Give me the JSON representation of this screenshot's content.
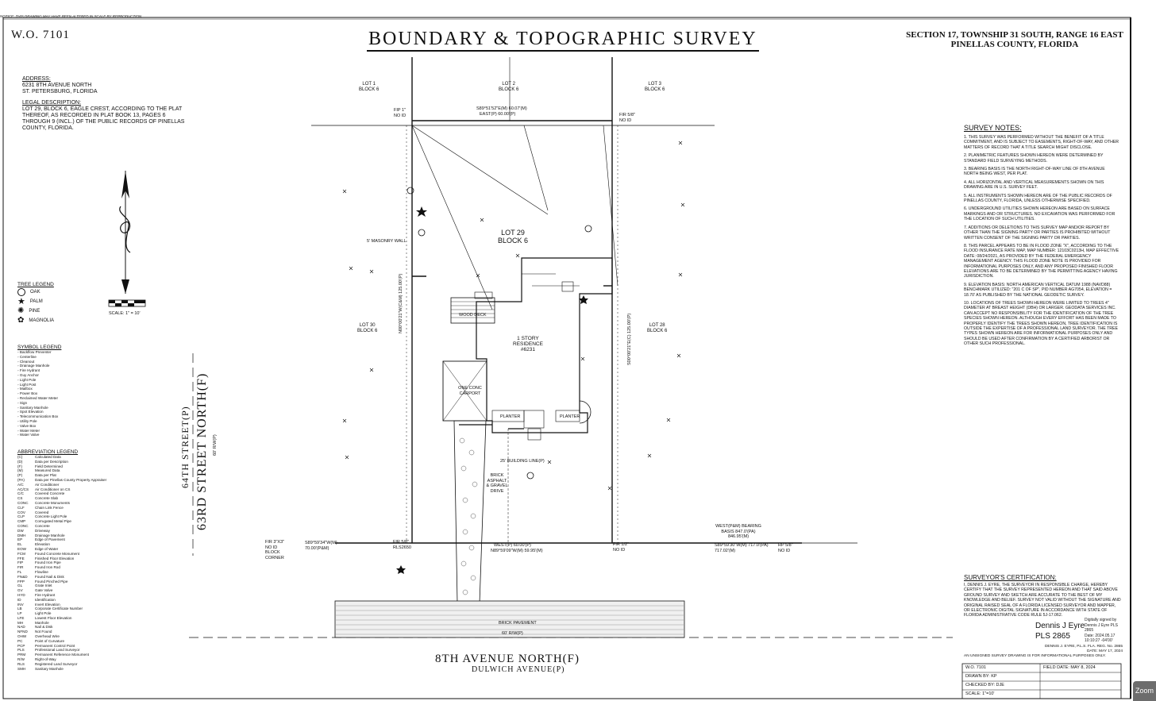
{
  "header": {
    "work_order": "W.O. 7101",
    "title": "BOUNDARY & TOPOGRAPHIC SURVEY",
    "section_line1": "SECTION 17, TOWNSHIP 31 SOUTH, RANGE 16 EAST",
    "section_line2": "PINELLAS COUNTY, FLORIDA",
    "top_strip": "NOTICE: THIS DRAWING MAY HAVE BEEN ALTERED IN SCALE BY REPRODUCTION"
  },
  "address": {
    "label": "ADDRESS:",
    "line1": "6231 8TH AVENUE NORTH",
    "line2": "ST. PETERSBURG, FLORIDA"
  },
  "legal": {
    "label": "LEGAL DESCRIPTION:",
    "text": "LOT 29, BLOCK 6, EAGLE CREST, ACCORDING TO THE PLAT THEREOF, AS RECORDED IN PLAT BOOK 13, PAGES 6 THROUGH 9 (INCL.) OF THE PUBLIC RECORDS OF PINELLAS COUNTY, FLORIDA."
  },
  "scale": {
    "label": "SCALE: 1\" = 10'"
  },
  "tree_legend": {
    "title": "TREE LEGEND",
    "items": [
      {
        "label": "OAK",
        "icon": "oak-icon"
      },
      {
        "label": "PALM",
        "icon": "palm-icon"
      },
      {
        "label": "PINE",
        "icon": "pine-icon"
      },
      {
        "label": "MAGNOLIA",
        "icon": "magnolia-icon"
      }
    ]
  },
  "symbol_legend": {
    "title": "SYMBOL LEGEND",
    "items": [
      "Backflow Preventer",
      "Centerline",
      "Cleanout",
      "Drainage Manhole",
      "Fire Hydrant",
      "Guy Anchor",
      "Light Pole",
      "Light Post",
      "Mailbox",
      "Power Box",
      "Reclaimed Water Meter",
      "Sign",
      "Sanitary Manhole",
      "Spot Elevation",
      "Telecommunication Box",
      "Utility Pole",
      "Valve Box",
      "Water Meter",
      "Water Valve"
    ]
  },
  "abbreviation_legend": {
    "title": "ABBREVIATION LEGEND",
    "items": [
      {
        "abbr": "(C)",
        "text": "Calculated Data"
      },
      {
        "abbr": "(D)",
        "text": "Data per Description"
      },
      {
        "abbr": "(F)",
        "text": "Field Determined"
      },
      {
        "abbr": "(M)",
        "text": "Measured Data"
      },
      {
        "abbr": "(P)",
        "text": "Data per Plat"
      },
      {
        "abbr": "(PA)",
        "text": "Data per Pinellas County Property Appraiser"
      },
      {
        "abbr": "A/C",
        "text": "Air Conditioner"
      },
      {
        "abbr": "AC/CS",
        "text": "Air Conditioner on CS"
      },
      {
        "abbr": "C/C",
        "text": "Covered Concrete"
      },
      {
        "abbr": "CS",
        "text": "Concrete Slab"
      },
      {
        "abbr": "CONC",
        "text": "Concrete Monuments"
      },
      {
        "abbr": "CLF",
        "text": "Chain Link Fence"
      },
      {
        "abbr": "COV",
        "text": "Covered"
      },
      {
        "abbr": "CLP",
        "text": "Concrete Light Pole"
      },
      {
        "abbr": "CMP",
        "text": "Corrugated Metal Pipe"
      },
      {
        "abbr": "CONC",
        "text": "Concrete"
      },
      {
        "abbr": "DW",
        "text": "Driveway"
      },
      {
        "abbr": "DMH",
        "text": "Drainage Manhole"
      },
      {
        "abbr": "EP",
        "text": "Edge of Pavement"
      },
      {
        "abbr": "EL",
        "text": "Elevation"
      },
      {
        "abbr": "EOW",
        "text": "Edge of Water"
      },
      {
        "abbr": "FCM",
        "text": "Found Concrete Monument"
      },
      {
        "abbr": "FFE",
        "text": "Finished Floor Elevation"
      },
      {
        "abbr": "FIP",
        "text": "Found Iron Pipe"
      },
      {
        "abbr": "FIR",
        "text": "Found Iron Rod"
      },
      {
        "abbr": "FL",
        "text": "Flowline"
      },
      {
        "abbr": "FN&D",
        "text": "Found Nail & Disk"
      },
      {
        "abbr": "FPP",
        "text": "Found Pinched Pipe"
      },
      {
        "abbr": "GL",
        "text": "Grate Inlet"
      },
      {
        "abbr": "GV",
        "text": "Gate Valve"
      },
      {
        "abbr": "HYD",
        "text": "Fire Hydrant"
      },
      {
        "abbr": "ID",
        "text": "Identification"
      },
      {
        "abbr": "INV",
        "text": "Invert Elevation"
      },
      {
        "abbr": "LB",
        "text": "Corporate Certificate Number"
      },
      {
        "abbr": "LP",
        "text": "Light Pole"
      },
      {
        "abbr": "LFE",
        "text": "Lowest Floor Elevation"
      },
      {
        "abbr": "MH",
        "text": "Manhole"
      },
      {
        "abbr": "NAD",
        "text": "Nail & Disk"
      },
      {
        "abbr": "NFND",
        "text": "Not Found"
      },
      {
        "abbr": "OHW",
        "text": "Overhead Wire"
      },
      {
        "abbr": "PC",
        "text": "Point of Curvature"
      },
      {
        "abbr": "PCP",
        "text": "Permanent Control Point"
      },
      {
        "abbr": "PLS",
        "text": "Professional Land Surveyor"
      },
      {
        "abbr": "PRM",
        "text": "Permanent Reference Monument"
      },
      {
        "abbr": "R/W",
        "text": "Right-of-Way"
      },
      {
        "abbr": "RLS",
        "text": "Registered Land Surveyor"
      },
      {
        "abbr": "SMH",
        "text": "Sanitary Manhole"
      }
    ]
  },
  "plan": {
    "lots": [
      {
        "l1": "LOT 1",
        "l2": "BLOCK 6"
      },
      {
        "l1": "LOT 2",
        "l2": "BLOCK 6"
      },
      {
        "l1": "LOT 3",
        "l2": "BLOCK 6"
      },
      {
        "l1": "LOT 30",
        "l2": "BLOCK 6"
      },
      {
        "l1": "LOT 28",
        "l2": "BLOCK 6"
      }
    ],
    "subject_lot": {
      "l1": "LOT 29",
      "l2": "BLOCK 6"
    },
    "residence": {
      "l1": "1 STORY",
      "l2": "RESIDENCE",
      "l3": "#6231"
    },
    "north_bearing_m": "S89°51'52\"E(M) 60.07'(M)",
    "north_bearing_p": "EAST(P) 60.00'(P)",
    "south_bearing_p": "WEST(P) 60.00'(P)",
    "south_bearing_m": "N89°59'09\"W(M) 59.95'(M)",
    "west_bearing": "N00°00'21\"W(C&M) 125.00'(P)",
    "east_bearing": "S00°00'21\"E(C) 125.00'(P)",
    "fip_nw": "FIP 1\" NO ID",
    "fir_ne": "FIR 5/8\" NO ID",
    "fir_sw": "FIR 5/8\" RLS2650",
    "fir_se": "FIR 1/2\" NO ID",
    "left_bearing": "S89°59'34\"W(M) 70.00'(P&M)",
    "fir_far_left": "FIR 3\"X3\" NO ID BLOCK CORNER",
    "right_bearing": "WEST(P&M) BEARING BASIS 847.0'(PA) 846.95'(M)",
    "right_bearing2": "S89°59'30\"W(M) 717.0'(PA) 717.02'(M)",
    "rp_right": "RP 5/8\" NO ID",
    "street_west1": "64TH STREET(P)",
    "street_west2": "63RD STREET NORTH(F)",
    "street_west_row": "60' R/W(P)",
    "avenue1": "8TH AVENUE NORTH(F)",
    "avenue2": "DULWICH AVENUE(P)",
    "avenue_row": "60' R/W(P)",
    "wood_deck": "WOOD DECK",
    "carport": "ONE CONC CARPORT",
    "planter": "PLANTER",
    "brick_drive": "BRICK ASPHALT & GRAVEL DRIVE",
    "brick_pavement": "BRICK PAVEMENT",
    "masonry_wall": "5' MASONRY WALL",
    "setback": "25' BUILDING LINE(P)"
  },
  "survey_notes": {
    "title": "SURVEY NOTES:",
    "items": [
      "1. THIS SURVEY WAS PERFORMED WITHOUT THE BENEFIT OF A TITLE COMMITMENT, AND IS SUBJECT TO EASEMENTS, RIGHT-OF-WAY, AND OTHER MATTERS OF RECORD THAT A TITLE SEARCH MIGHT DISCLOSE.",
      "2. PLANIMETRIC FEATURES SHOWN HEREON WERE DETERMINED BY STANDARD FIELD SURVEYING METHODS.",
      "3. BEARING BASIS IS THE NORTH RIGHT-OF-WAY LINE OF 8TH AVENUE NORTH BEING WEST, PER PLAT.",
      "4. ALL HORIZONTAL AND VERTICAL MEASUREMENTS SHOWN ON THIS DRAWING ARE IN U.S. SURVEY FEET.",
      "5. ALL INSTRUMENTS SHOWN HEREON ARE OF THE PUBLIC RECORDS OF PINELLAS COUNTY, FLORIDA, UNLESS OTHERWISE SPECIFIED.",
      "6. UNDERGROUND UTILITIES SHOWN HEREON ARE BASED ON SURFACE MARKINGS AND OR STRUCTURES. NO EXCAVATION WAS PERFORMED FOR THE LOCATION OF SUCH UTILITIES.",
      "7. ADDITIONS OR DELETIONS TO THIS SURVEY MAP AND/OR REPORT BY OTHER THAN THE SIGNING PARTY OR PARTIES IS PROHIBITED WITHOUT WRITTEN CONSENT OF THE SIGNING PARTY OR PARTIES.",
      "8. THIS PARCEL APPEARS TO BE IN FLOOD ZONE \"X\", ACCORDING TO THE FLOOD INSURANCE RATE MAP, MAP NUMBER: 12103C0213H, MAP EFFECTIVE DATE: 08/24/2021, AS PROVIDED BY THE FEDERAL EMERGENCY MANAGEMENT AGENCY. THIS FLOOD ZONE NOTE IS PROVIDED FOR INFORMATIONAL PURPOSES ONLY, AND ANY PROPOSED FINISHED FLOOR ELEVATIONS ARE TO BE DETERMINED BY THE PERMITTING AGENCY HAVING JURISDICTION.",
      "9. ELEVATION BASIS: NORTH AMERICAN VERTICAL DATUM 1988 (NAVD88) BENCHMARK UTILIZED: \"201 C OF SP\", PID NUMBER AG7054, ELEVATION = 18.70' AS PUBLISHED BY THE NATIONAL GEODETIC SURVEY.",
      "10. LOCATIONS OF TREES SHOWN HEREON WERE LIMITED TO TREES 4\" DIAMETER AT BREAST HEIGHT (DBH) OR LARGER. GEODATA SERVICES INC. CAN ACCEPT NO RESPONSIBILITY FOR THE IDENTIFICATION OF THE TREE SPECIES SHOWN HEREON. ALTHOUGH EVERY EFFORT HAS BEEN MADE TO PROPERLY IDENTIFY THE TREES SHOWN HEREON, TREE IDENTIFICATION IS OUTSIDE THE EXPERTISE OF A PROFESSIONAL LAND SURVEYOR. THE TREE TYPES SHOWN HEREON ARE FOR INFORMATIONAL PURPOSES ONLY AND SHOULD BE USED AFTER CONFIRMATION BY A CERTIFIED ARBORIST OR OTHER SUCH PROFESSIONAL."
    ]
  },
  "certification": {
    "title": "SURVEYOR'S CERTIFICATION:",
    "text": "I, DENNIS J. EYRE, THE SURVEYOR IN RESPONSIBLE CHARGE, HEREBY CERTIFY THAT THE SURVEY REPRESENTED HEREON AND THAT SAID ABOVE GROUND SURVEY AND SKETCH ARE ACCURATE TO THE BEST OF MY KNOWLEDGE AND BELIEF. SURVEY NOT VALID WITHOUT THE SIGNATURE AND ORIGINAL RAISED SEAL OF A FLORIDA LICENSED SURVEYOR AND MAPPER, OR ELECTRONIC DIGITAL SIGNATURE IN ACCORDANCE WITH STATE OF FLORIDA ADMINISTRATIVE CODE RULE 5J-17.062.",
    "signer": "Dennis J Eyre",
    "pls": "PLS 2865",
    "digital_l1": "Digitally signed by",
    "digital_l2": "Dennis J Eyre PLS",
    "digital_l3": "2865",
    "digital_l4": "Date: 2024.05.17",
    "digital_l5": "10:10:27 -04'00'",
    "footer1": "DENNIS J. EYRE, P.L.S. FLA. REG. No. 2865",
    "footer2": "DATE: MAY 17, 2024",
    "footer3": "AN UNSIGNED SURVEY DRAWING IS FOR INFORMATIONAL PURPOSES ONLY."
  },
  "title_block": {
    "r1a": "W.O. 7101",
    "r1b": "FIELD DATE: MAY 8, 2024",
    "r2a": "DRAWN BY: KP",
    "r3a": "CHECKED BY: DJE",
    "r4a": "SCALE: 1\"=10'"
  },
  "ui": {
    "zoom_label": "Zoom"
  }
}
